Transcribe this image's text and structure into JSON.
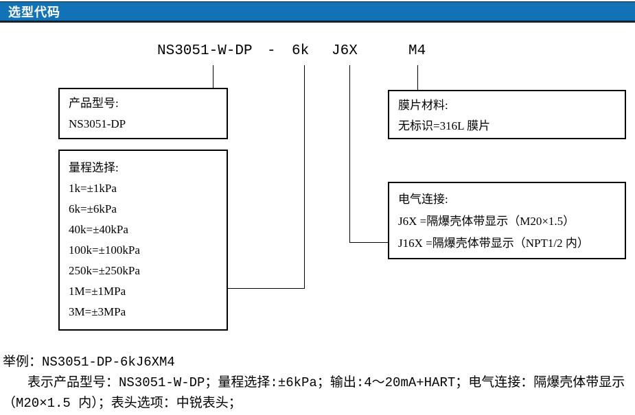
{
  "header": {
    "title": "选型代码",
    "bar_color": "#1172b5",
    "border_color": "#15212e",
    "text_color": "#ffffff"
  },
  "code_line": {
    "model": "NS3051-W-DP",
    "dash": "-",
    "range_code": "6k",
    "electrical_code": "J6X",
    "display_code": "M4"
  },
  "boxes": {
    "product": {
      "title": "产品型号:",
      "lines": [
        "NS3051-DP"
      ]
    },
    "range": {
      "title": "量程选择:",
      "lines": [
        "1k=±1kPa",
        "6k=±6kPa",
        "40k=±40kPa",
        "100k=±100kPa",
        "250k=±250kPa",
        "1M=±1MPa",
        "3M=±3MPa"
      ]
    },
    "diaphragm": {
      "title": "膜片材料:",
      "lines": [
        "无标识=316L 膜片"
      ]
    },
    "electrical": {
      "title": "电气连接:",
      "lines": [
        "J6X =隔爆壳体带显示（M20×1.5）",
        "J16X =隔爆壳体带显示（NPT1/2 内）"
      ]
    }
  },
  "example": {
    "line1": "举例：NS3051-DP-6kJ6XM4",
    "line2": "表示产品型号：NS3051-W-DP；量程选择:±6kPa；输出:4～20mA+HART；电气连接：隔爆壳体带显示",
    "line3": "（M20×1.5 内）；表头选项：中锐表头；"
  }
}
